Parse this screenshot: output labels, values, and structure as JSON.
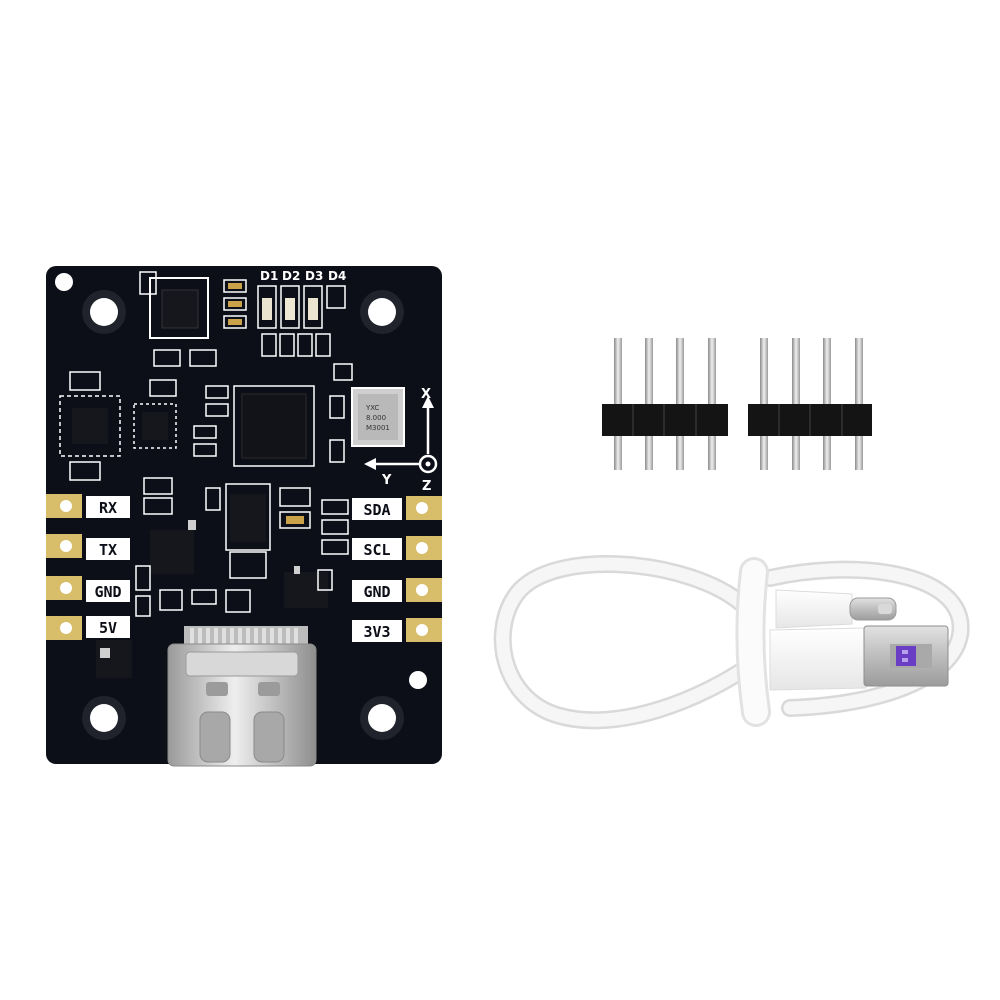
{
  "pcb": {
    "led_labels": [
      "D1",
      "D2",
      "D3",
      "D4"
    ],
    "left_pins": [
      "RX",
      "TX",
      "GND",
      "5V"
    ],
    "right_pins": [
      "SDA",
      "SCL",
      "GND",
      "3V3"
    ],
    "axis_labels": {
      "x": "X",
      "y": "Y",
      "z": "Z"
    },
    "crystal_text": [
      "YXC",
      "8.000",
      "M3001"
    ]
  },
  "colors": {
    "board": "#0d0f18",
    "silkscreen": "#ffffff",
    "gold_pad": "#d8bd6a",
    "header_plastic": "#141414",
    "header_pin": "#c8c8c8",
    "cable": "#f4f4f4",
    "usb_shell": "#c9c9c9",
    "usb_tongue": "#6a3ec4"
  }
}
